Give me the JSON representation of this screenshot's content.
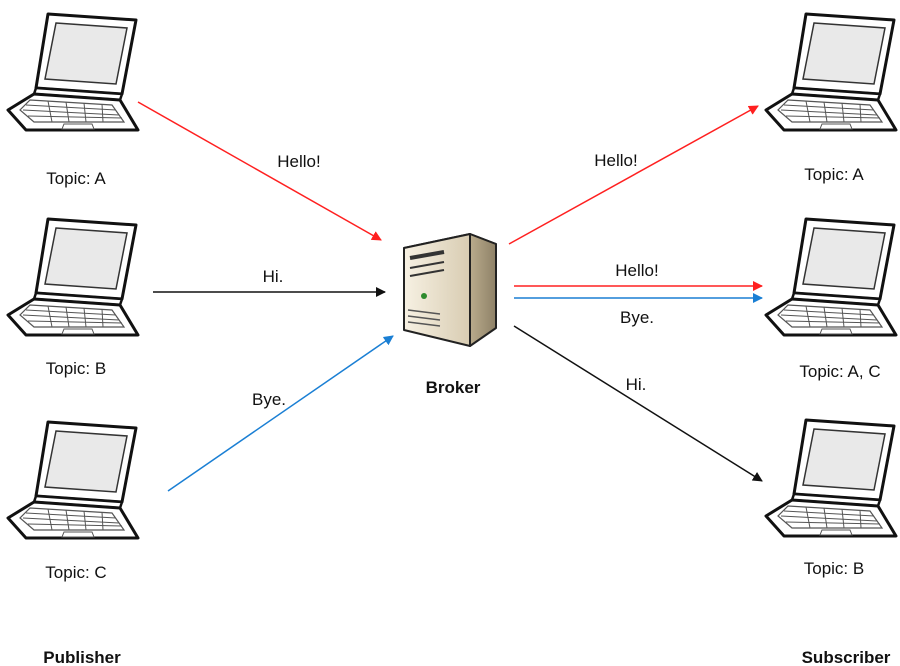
{
  "colors": {
    "red": "#ff2020",
    "black": "#111111",
    "blue": "#1a7fd4"
  },
  "broker": {
    "label": "Broker",
    "icon": "server-icon"
  },
  "publishers": {
    "heading": "Publisher",
    "items": [
      {
        "topic": "Topic: A",
        "icon": "laptop-icon"
      },
      {
        "topic": "Topic: B",
        "icon": "laptop-icon"
      },
      {
        "topic": "Topic: C",
        "icon": "laptop-icon"
      }
    ]
  },
  "subscribers": {
    "heading": "Subscriber",
    "items": [
      {
        "topic": "Topic: A",
        "icon": "laptop-icon"
      },
      {
        "topic": "Topic: A, C",
        "icon": "laptop-icon"
      },
      {
        "topic": "Topic: B",
        "icon": "laptop-icon"
      }
    ]
  },
  "messages": {
    "pub_a": {
      "text": "Hello!",
      "color": "#ff2020"
    },
    "pub_b": {
      "text": "Hi.",
      "color": "#111111"
    },
    "pub_c": {
      "text": "Bye.",
      "color": "#1a7fd4"
    },
    "sub_a": {
      "text": "Hello!",
      "color": "#ff2020"
    },
    "sub_ac_1": {
      "text": "Hello!",
      "color": "#ff2020"
    },
    "sub_ac_2": {
      "text": "Bye.",
      "color": "#1a7fd4"
    },
    "sub_b": {
      "text": "Hi.",
      "color": "#111111"
    }
  }
}
